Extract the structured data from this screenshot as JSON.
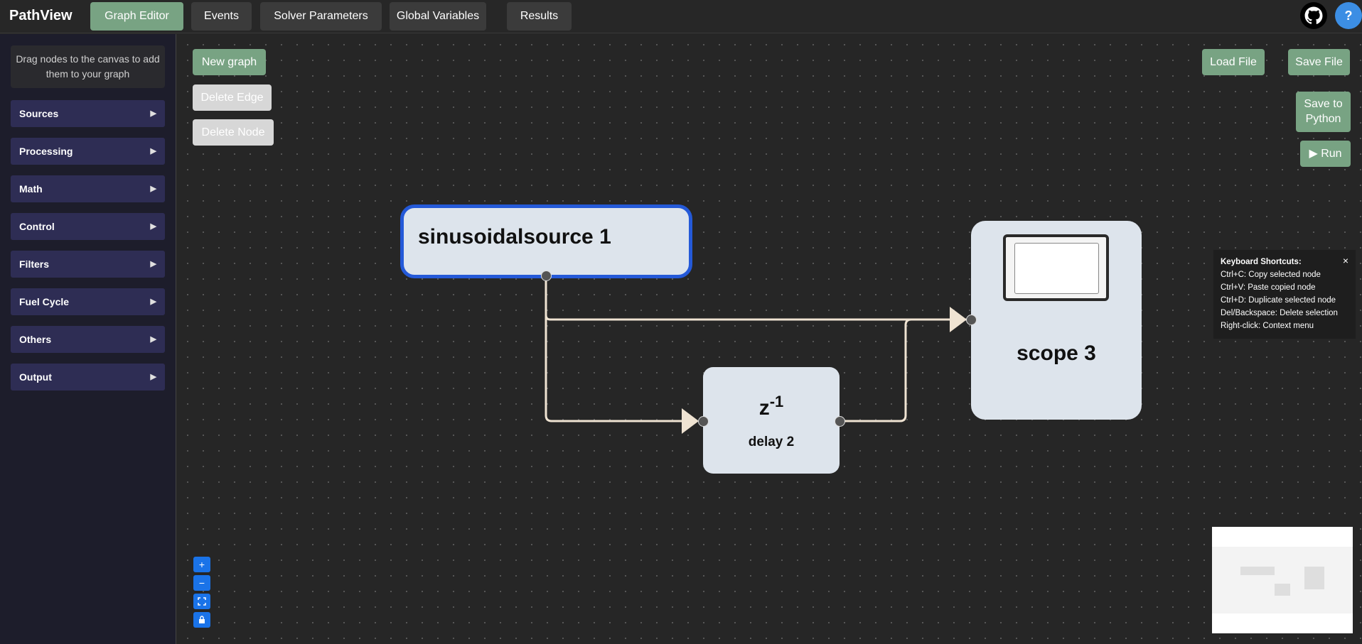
{
  "app": {
    "brand": "PathView"
  },
  "tabs": [
    {
      "label": "Graph Editor",
      "active": true
    },
    {
      "label": "Events",
      "active": false
    },
    {
      "label": "Solver Parameters",
      "active": false
    },
    {
      "label": "Global Variables",
      "active": false
    },
    {
      "label": "Results",
      "active": false
    }
  ],
  "header_icons": {
    "github": "github-icon",
    "help_label": "?"
  },
  "sidebar": {
    "hint": "Drag nodes to the canvas to add them to your graph",
    "categories": [
      {
        "label": "Sources"
      },
      {
        "label": "Processing"
      },
      {
        "label": "Math"
      },
      {
        "label": "Control"
      },
      {
        "label": "Filters"
      },
      {
        "label": "Fuel Cycle"
      },
      {
        "label": "Others"
      },
      {
        "label": "Output"
      }
    ],
    "arrow": "▶"
  },
  "toolbar": {
    "new_graph": "New graph",
    "delete_edge": "Delete Edge",
    "delete_node": "Delete Node",
    "load_file": "Load File",
    "save_file": "Save File",
    "save_python_line1": "Save to",
    "save_python_line2": "Python",
    "run": "▶ Run"
  },
  "nodes": {
    "source": {
      "label": "sinusoidalsource 1"
    },
    "delay": {
      "symbol": "z",
      "exponent": "-1",
      "label": "delay 2"
    },
    "scope": {
      "label": "scope 3"
    }
  },
  "shortcuts": {
    "title": "Keyboard Shortcuts:",
    "close": "×",
    "items": [
      "Ctrl+C: Copy selected node",
      "Ctrl+V: Paste copied node",
      "Ctrl+D: Duplicate selected node",
      "Del/Backspace: Delete selection",
      "Right-click: Context menu"
    ]
  },
  "zoom_controls": {
    "zoom_in": "+",
    "zoom_out": "−"
  },
  "colors": {
    "accent_green": "#78a383",
    "selected_border": "#2459d8",
    "edge": "#efe3d2",
    "zoom_blue": "#1a73e8",
    "sidebar_item": "#2e2d54"
  }
}
